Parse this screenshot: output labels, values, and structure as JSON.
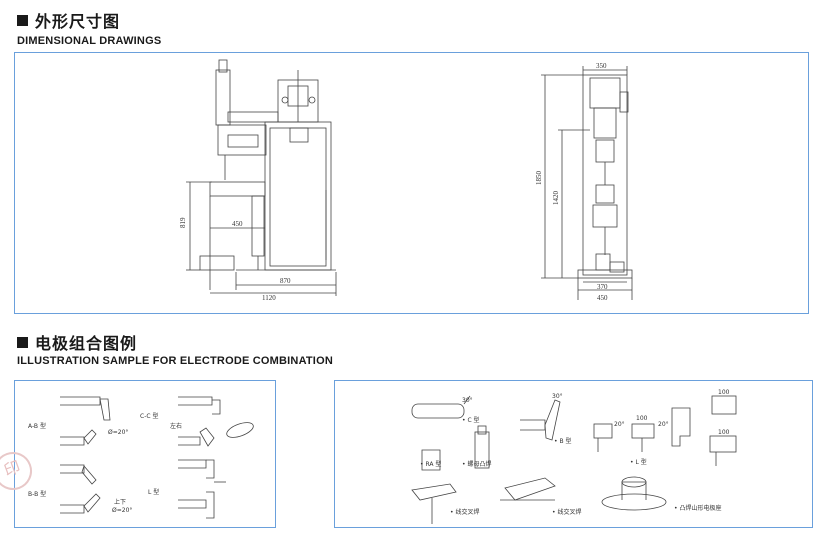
{
  "section1": {
    "title_cn": "外形尺寸图",
    "title_en": "DIMENSIONAL DRAWINGS"
  },
  "side_view": {
    "dims": {
      "height_819": "819",
      "reach_450": "450",
      "width_870": "870",
      "width_1120": "1120"
    }
  },
  "front_view": {
    "dims": {
      "top_350": "350",
      "height_1850": "1850",
      "height_1420": "1420",
      "base_370": "370",
      "base_450": "450"
    }
  },
  "section2": {
    "title_cn": "电极组合图例",
    "title_en": "ILLUSTRATION SAMPLE FOR ELECTRODE COMBINATION"
  },
  "combo_left": {
    "ab": "A-B 型",
    "bb": "B-B 型",
    "cc": "C-C 型",
    "l": "L 型",
    "angle1": "Ø=20°",
    "angle2": "Ø=20°",
    "updown": "上下",
    "lr": "左右"
  },
  "combo_right": {
    "c": "• C 型",
    "b": "• B 型",
    "ra": "• RA 型",
    "nut": "• 螺母凸焊",
    "l": "• L 型",
    "cross1": "• 线交叉焊",
    "cross2": "• 线交叉焊",
    "boss": "• 凸焊山形电极座",
    "a30": "30°",
    "a30b": "30°",
    "a20": "20°",
    "a20b": "20°",
    "d100a": "100",
    "d100b": "100",
    "d100c": "100"
  },
  "watermark": "印"
}
